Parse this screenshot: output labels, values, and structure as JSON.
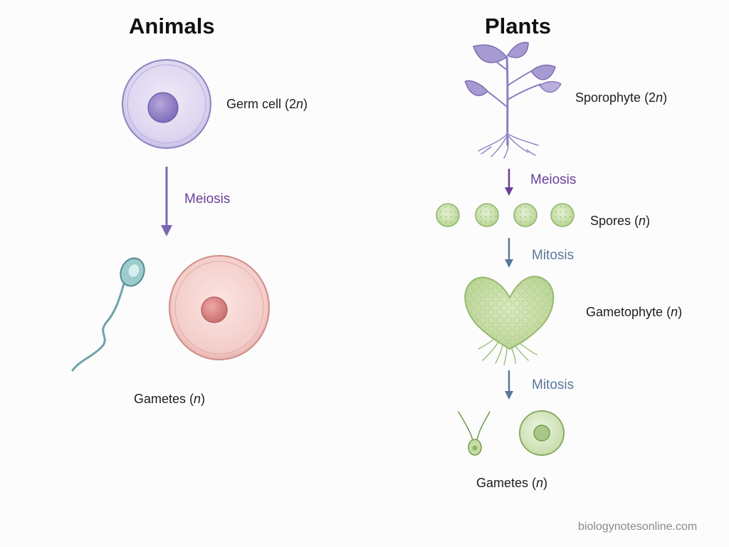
{
  "animals": {
    "title": "Animals",
    "germ_cell_label": "Germ cell (2",
    "germ_cell_ploidy": "n",
    "germ_cell_close": ")",
    "process_label": "Meiosis",
    "gametes_label": "Gametes (",
    "gametes_ploidy": "n",
    "gametes_close": ")"
  },
  "plants": {
    "title": "Plants",
    "sporophyte_label": "Sporophyte (2",
    "sporophyte_ploidy": "n",
    "sporophyte_close": ")",
    "process_1": "Meiosis",
    "spores_label": "Spores (",
    "spores_ploidy": "n",
    "spores_close": ")",
    "process_2": "Mitosis",
    "gametophyte_label": "Gametophyte (",
    "gametophyte_ploidy": "n",
    "gametophyte_close": ")",
    "process_3": "Mitosis",
    "gametes_label": "Gametes (",
    "gametes_ploidy": "n",
    "gametes_close": ")"
  },
  "credit": "biologynotesonline.com",
  "colors": {
    "meiosis": "#6a3f9a",
    "mitosis": "#58789a",
    "germ_cell": "#d9d3ef",
    "egg_cell": "#f6d2d0",
    "plant_purple": "#a79ad3",
    "plant_green": "#c9e0ac",
    "sperm": "#7fb3b8"
  }
}
